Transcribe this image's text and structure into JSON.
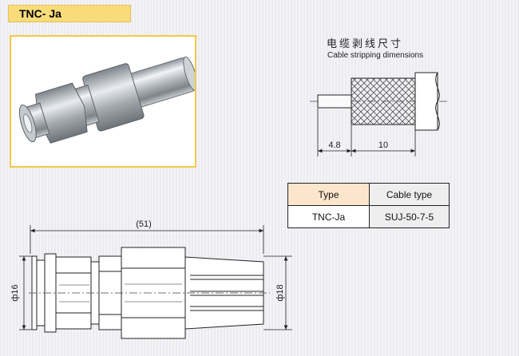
{
  "header": {
    "title": "TNC- Ja"
  },
  "stripping": {
    "caption_zh": "电缆剥线尺寸",
    "caption_en": "Cable stripping dimensions",
    "dim_left": "4.8",
    "dim_right": "10"
  },
  "spec_table": {
    "headers": [
      "Type",
      "Cable type"
    ],
    "rows": [
      [
        "TNC-Ja",
        "SUJ-50-7-5"
      ]
    ]
  },
  "drawing": {
    "length_label": "(51)",
    "left_diameter": "ф16",
    "right_diameter": "ф18"
  },
  "colors": {
    "title_bg": "#f8dc7a",
    "photo_border": "#f2c84a",
    "type_header_bg": "#fbe6cc"
  }
}
